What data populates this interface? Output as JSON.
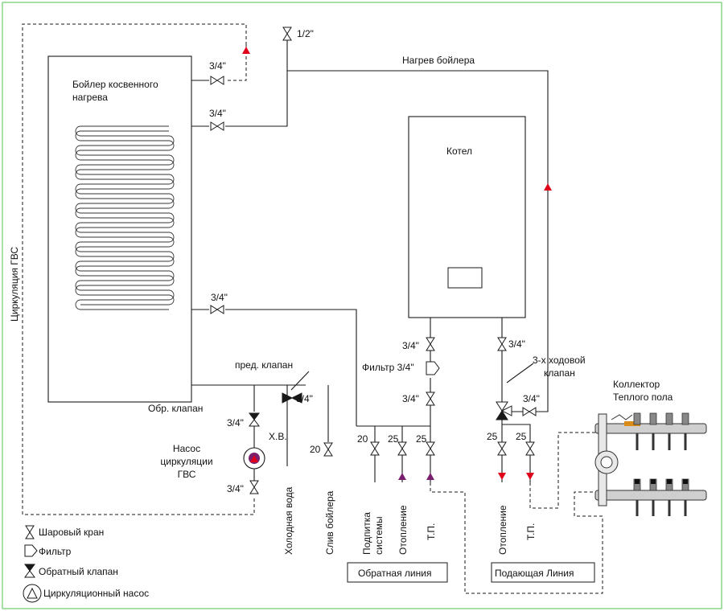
{
  "frame_color": "#6ccf6c",
  "arrow_color": "#e0001a",
  "pump_color": "#7a1f6e",
  "labels": {
    "boiler": [
      "Бойлер косвенного",
      "нагрева"
    ],
    "kotel": "Котел",
    "heating_boiler": "Нагрев бойлера",
    "recirc": "Циркуляция ГВС",
    "half_inch": "1/2\"",
    "three_quarter": "3/4\"",
    "pred_klapan": "пред. клапан",
    "obr_klapan": "Обр. клапан",
    "xv": "Х.В.",
    "pump": [
      "Насос",
      "циркуляции",
      "ГВС"
    ],
    "filter_34": "Фильтр 3/4\"",
    "three_way": [
      "3-х ходовой",
      "клапан"
    ],
    "collector": [
      "Коллектор",
      "Теплого пола"
    ],
    "n20": "20",
    "n25": "25",
    "cold_water": "Холодная вода",
    "drain": "Слив бойлера",
    "makeup": [
      "Подпитка",
      "системы"
    ],
    "otoplenie": "Отопление",
    "tp": "Т.П.",
    "return_line": "Обратная линия",
    "supply_line": "Подающая Линия"
  },
  "legend": [
    {
      "icon": "ball-valve-icon",
      "label": "Шаровый кран"
    },
    {
      "icon": "filter-icon",
      "label": "Фильтр"
    },
    {
      "icon": "check-valve-icon",
      "label": "Обратный клапан"
    },
    {
      "icon": "circulation-pump-icon",
      "label": "Циркуляционный насос"
    }
  ]
}
